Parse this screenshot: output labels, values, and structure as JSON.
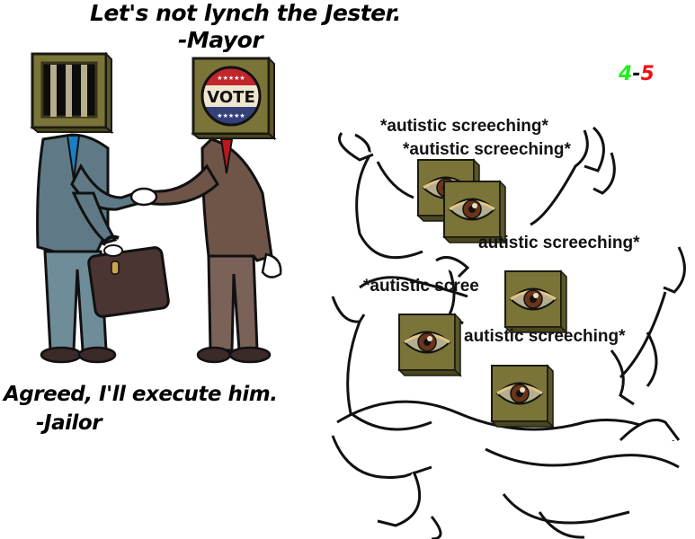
{
  "captions": {
    "mayor_quote": "Let's not lynch the Jester.",
    "mayor_author": "-Mayor",
    "jailor_quote": "Agreed, I'll execute him.",
    "jailor_author": "-Jailor"
  },
  "score": {
    "win": "4",
    "separator": "-",
    "loss": "5",
    "win_color": "#22ee22",
    "loss_color": "#ee1111"
  },
  "screeching": [
    {
      "text": "*autistic screeching*"
    },
    {
      "text": "*autistic screeching*"
    },
    {
      "text": "autistic screeching*"
    },
    {
      "text": "*autistic scree"
    },
    {
      "text": "autistic screeching*"
    }
  ],
  "figures": {
    "jailor": {
      "head_icon": "jail-bars-icon",
      "suit_color": "#5f7a86",
      "tie_color": "#1a7ec4"
    },
    "mayor": {
      "head_icon": "vote-badge-icon",
      "suit_color": "#6e5548",
      "tie_color": "#c0161b",
      "badge_text": "VOTE"
    },
    "crowd": {
      "head_icon": "eye-icon",
      "count": 5
    }
  }
}
